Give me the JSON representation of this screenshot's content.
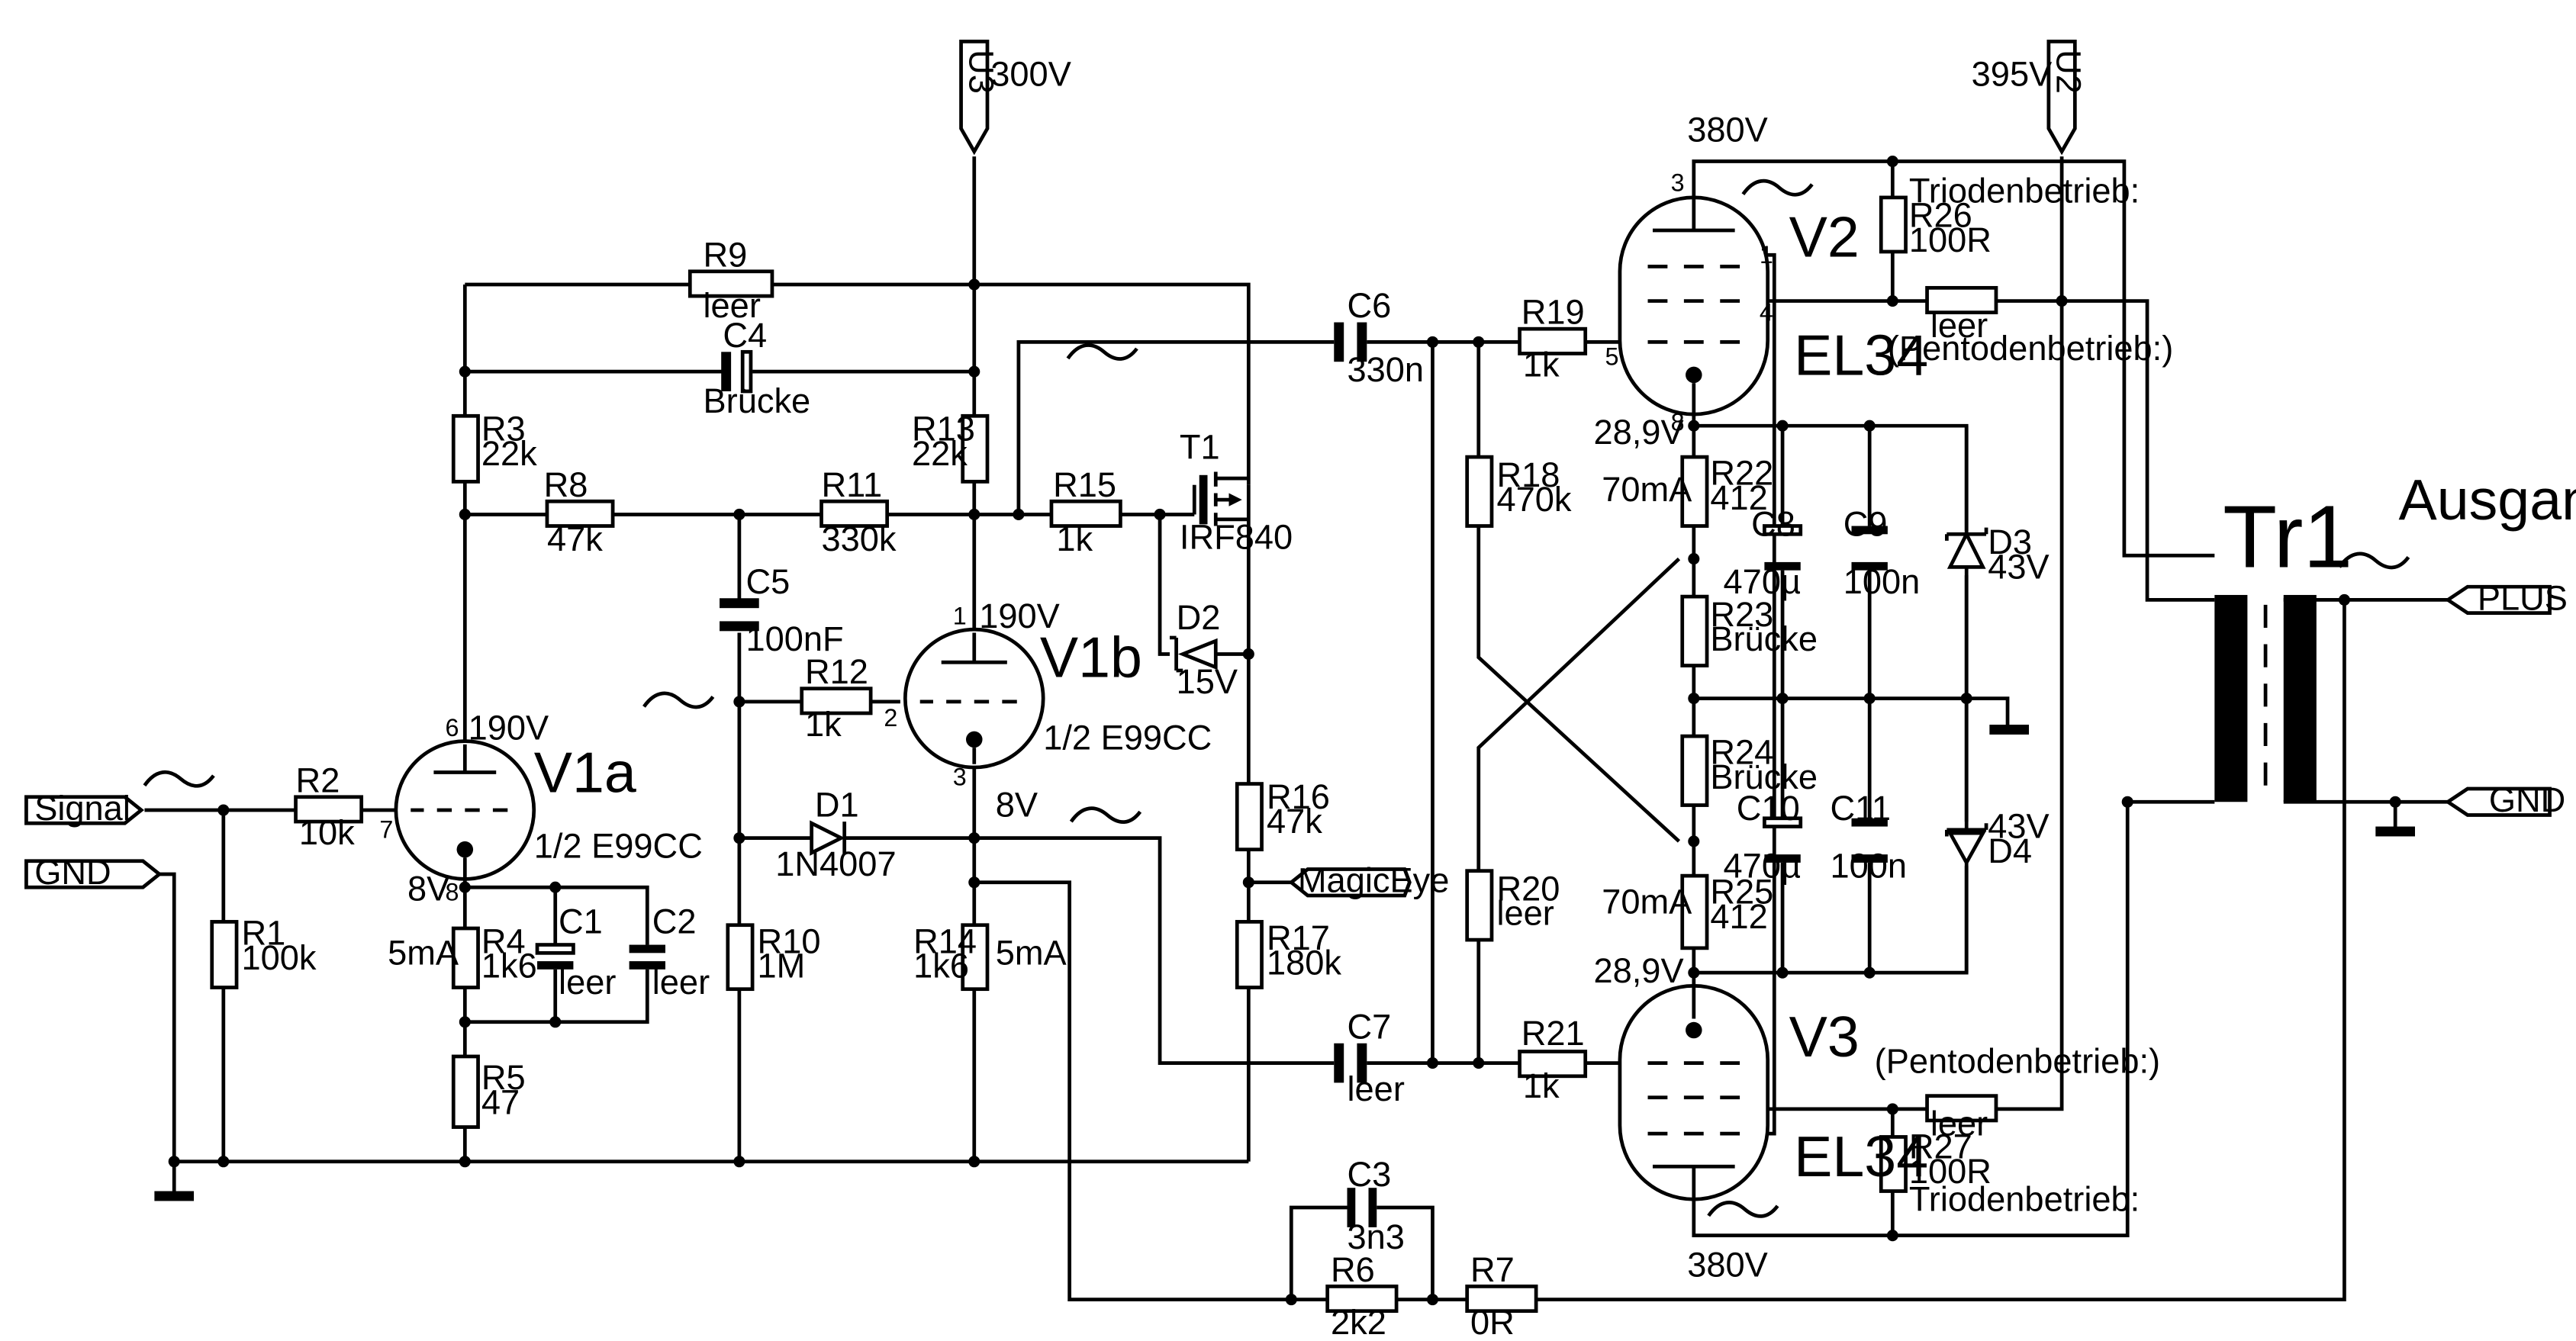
{
  "ports": {
    "signal": "Signal",
    "gnd_in": "GND",
    "u3": "U3",
    "u2": "U2",
    "plus": "PLUS",
    "gnd_out": "GND",
    "magiceye": "MagicEye"
  },
  "voltages": {
    "u3": "300V",
    "u2": "395V",
    "v1a_anode": "190V",
    "v1a_cathode": "8V",
    "v1b_anode": "190V",
    "v1b_cathode": "8V",
    "v2_anode": "380V",
    "v2_cathode": "28,9V",
    "v3_cathode": "28,9V",
    "v3_anode": "380V"
  },
  "currents": {
    "v1a": "5mA",
    "v1b": "5mA",
    "v2": "70mA",
    "v3": "70mA"
  },
  "tubes": {
    "v1a": {
      "name": "V1a",
      "type": "1/2 E99CC"
    },
    "v1b": {
      "name": "V1b",
      "type": "1/2 E99CC"
    },
    "v2": {
      "name": "V2",
      "type": "EL34"
    },
    "v3": {
      "name": "V3",
      "type": "EL34"
    }
  },
  "pins": {
    "v1a_anode": "6",
    "v1a_grid": "7",
    "v1a_cathode": "8",
    "v1b_anode": "1",
    "v1b_grid": "2",
    "v1b_cathode": "3",
    "v2_anode": "3",
    "v2_g1": "5",
    "v2_g2": "4",
    "v2_g3": "1",
    "v2_cathode": "8"
  },
  "resistors": {
    "r1": {
      "ref": "R1",
      "val": "100k"
    },
    "r2": {
      "ref": "R2",
      "val": "10k"
    },
    "r3": {
      "ref": "R3",
      "val": "22k"
    },
    "r4": {
      "ref": "R4",
      "val": "1k6"
    },
    "r5": {
      "ref": "R5",
      "val": "47"
    },
    "r6": {
      "ref": "R6",
      "val": "2k2"
    },
    "r7": {
      "ref": "R7",
      "val": "0R"
    },
    "r8": {
      "ref": "R8",
      "val": "47k"
    },
    "r9": {
      "ref": "R9",
      "val": "leer"
    },
    "r10": {
      "ref": "R10",
      "val": "1M"
    },
    "r11": {
      "ref": "R11",
      "val": "330k"
    },
    "r12": {
      "ref": "R12",
      "val": "1k"
    },
    "r13": {
      "ref": "R13",
      "val": "22k"
    },
    "r14": {
      "ref": "R14",
      "val": "1k6"
    },
    "r15": {
      "ref": "R15",
      "val": "1k"
    },
    "r16": {
      "ref": "R16",
      "val": "47k"
    },
    "r17": {
      "ref": "R17",
      "val": "180k"
    },
    "r18": {
      "ref": "R18",
      "val": "470k"
    },
    "r19": {
      "ref": "R19",
      "val": "1k"
    },
    "r20": {
      "ref": "R20",
      "val": "leer"
    },
    "r21": {
      "ref": "R21",
      "val": "1k"
    },
    "r22": {
      "ref": "R22",
      "val": "412"
    },
    "r23": {
      "ref": "R23",
      "val": "Brücke"
    },
    "r24": {
      "ref": "R24",
      "val": "Brücke"
    },
    "r25": {
      "ref": "R25",
      "val": "412"
    },
    "r26": {
      "ref": "R26",
      "val": "100R"
    },
    "r27": {
      "ref": "R27",
      "val": "100R"
    },
    "leer_top": "leer",
    "leer_bot": "leer"
  },
  "capacitors": {
    "c1": {
      "ref": "C1",
      "val": "leer"
    },
    "c2": {
      "ref": "C2",
      "val": "leer"
    },
    "c3": {
      "ref": "C3",
      "val": "3n3"
    },
    "c4": {
      "ref": "C4",
      "val": "Brücke"
    },
    "c5": {
      "ref": "C5",
      "val": "100nF"
    },
    "c6": {
      "ref": "C6",
      "val": "330n"
    },
    "c7": {
      "ref": "C7",
      "val": "leer"
    },
    "c8": {
      "ref": "C8",
      "val": "470µ"
    },
    "c9": {
      "ref": "C9",
      "val": "100n"
    },
    "c10": {
      "ref": "C10",
      "val": "470µ"
    },
    "c11": {
      "ref": "C11",
      "val": "100n"
    }
  },
  "semis": {
    "d1": {
      "ref": "D1",
      "val": "1N4007"
    },
    "d2": {
      "ref": "D2",
      "val": "15V"
    },
    "d3": {
      "ref": "D3",
      "val": "43V"
    },
    "d4": {
      "ref": "D4",
      "val": "43V"
    },
    "t1": {
      "ref": "T1",
      "val": "IRF840"
    }
  },
  "notes": {
    "triode_top": "Triodenbetrieb:",
    "pentode_top": "(Pentodenbetrieb:)",
    "pentode_bot": "(Pentodenbetrieb:)",
    "triode_bot": "Triodenbetrieb:"
  },
  "transformer": {
    "ref": "Tr1",
    "label": "Ausgang"
  }
}
